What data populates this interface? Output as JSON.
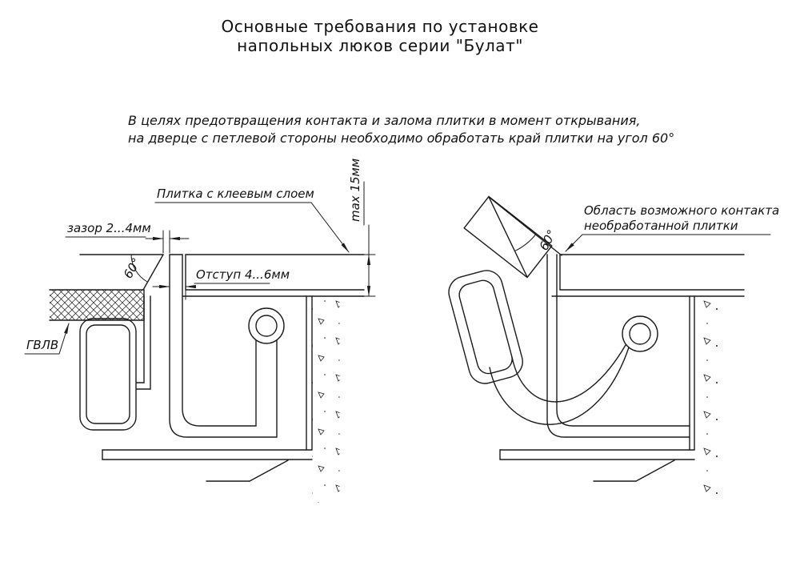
{
  "title": {
    "line1": "Основные требования по установке",
    "line2": "напольных люков серии \"Булат\""
  },
  "note": {
    "line1": "В целях предотвращения контакта и залома плитки в момент открывания,",
    "line2": "на дверце с петлевой стороны необходимо обработать край плитки на угол 60°"
  },
  "left_view": {
    "tile_label": "Плитка с клеевым слоем",
    "gap_label": "зазор 2...4мм",
    "angle_label": "60°",
    "offset_label": "Отступ 4...6мм",
    "max_height_label": "max 15мм",
    "board_label": "ГВЛВ"
  },
  "right_view": {
    "angle_label": "60°",
    "contact_label_line1": "Область возможного контакта",
    "contact_label_line2": "необработанной плитки"
  },
  "colors": {
    "line": "#1a1a1a",
    "text": "#111111",
    "background": "#ffffff"
  }
}
